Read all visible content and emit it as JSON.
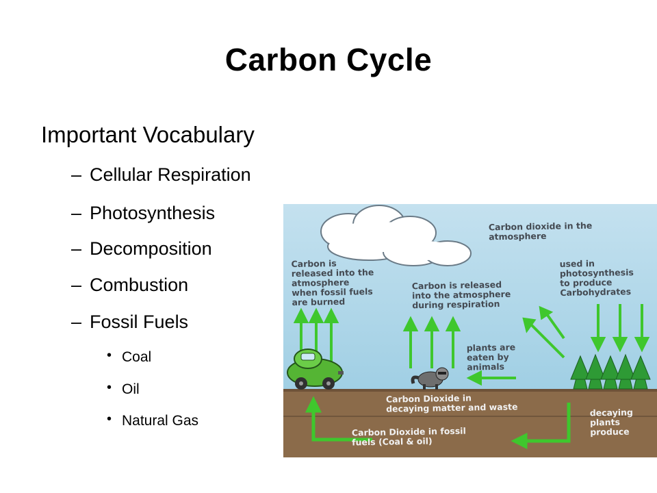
{
  "slide": {
    "title": "Carbon Cycle",
    "heading": "Important Vocabulary",
    "terms": [
      "Cellular Respiration",
      "Photosynthesis",
      "Decomposition",
      "Combustion",
      "Fossil Fuels"
    ],
    "fuels": [
      "Coal",
      "Oil",
      "Natural Gas"
    ]
  },
  "diagram": {
    "labels": {
      "atmosphere": "Carbon dioxide in the\natmosphere",
      "combustion": "Carbon is\nreleased into the\natmosphere\nwhen fossil fuels\nare burned",
      "respiration": "Carbon is released\ninto the atmosphere\nduring respiration",
      "photosynthesis": "used in\nphotosynthesis\nto produce\nCarbohydrates",
      "eaten": "plants are\neaten by\nanimals",
      "decaying_matter": "Carbon Dioxide in\ndecaying matter and waste",
      "fossil_fuels": "Carbon Dioxide in fossil\nfuels (Coal & oil)",
      "decaying_plants": "decaying\nplants\nproduce"
    },
    "colors": {
      "sky": "#a9d4e8",
      "soil": "#8b6b4a",
      "arrow": "#3fc72d",
      "tree": "#2e9a35",
      "car": "#55b534"
    },
    "icons": [
      "cloud-icon",
      "car-icon",
      "raccoon-icon",
      "tree-icon"
    ]
  }
}
